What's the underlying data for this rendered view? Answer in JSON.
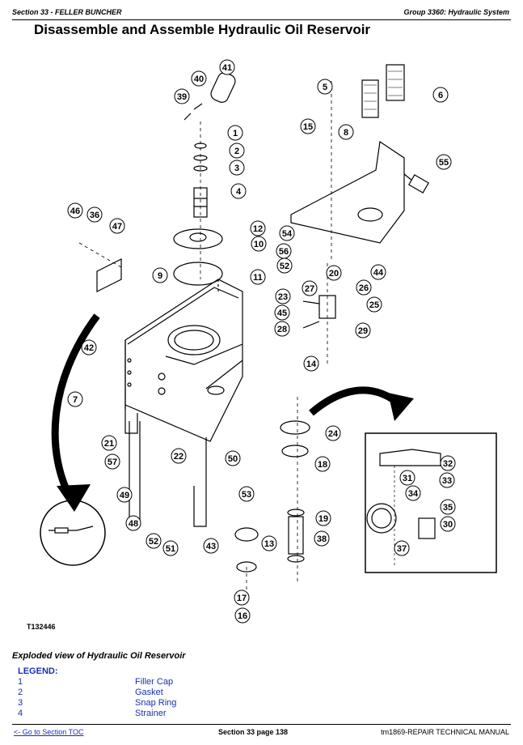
{
  "header": {
    "section": "Section 33 - FELLER BUNCHER",
    "group": "Group 3360: Hydraulic System"
  },
  "title": "Disassemble and Assemble Hydraulic Oil Reservoir",
  "figure": {
    "id": "T132446",
    "caption": "Exploded view of Hydraulic Oil Reservoir",
    "callouts": [
      "41",
      "40",
      "39",
      "1",
      "2",
      "3",
      "4",
      "12",
      "10",
      "11",
      "46",
      "36",
      "47",
      "9",
      "42",
      "7",
      "21",
      "57",
      "22",
      "49",
      "48",
      "52",
      "51",
      "50",
      "53",
      "43",
      "13",
      "17",
      "16",
      "5",
      "6",
      "15",
      "8",
      "55",
      "54",
      "56",
      "52",
      "20",
      "44",
      "27",
      "26",
      "23",
      "45",
      "25",
      "28",
      "29",
      "14",
      "24",
      "18",
      "19",
      "38",
      "31",
      "32",
      "33",
      "34",
      "35",
      "30",
      "37"
    ]
  },
  "legend": {
    "title": "LEGEND:",
    "items": [
      {
        "num": "1",
        "name": "Filler Cap"
      },
      {
        "num": "2",
        "name": "Gasket"
      },
      {
        "num": "3",
        "name": "Snap Ring"
      },
      {
        "num": "4",
        "name": "Strainer"
      }
    ]
  },
  "footer": {
    "toc_link": "<- Go to Section TOC",
    "page": "Section 33 page 138",
    "manual": "tm1869-REPAIR TECHNICAL MANUAL"
  },
  "colors": {
    "link": "#1a2fb0",
    "ink": "#000000"
  }
}
